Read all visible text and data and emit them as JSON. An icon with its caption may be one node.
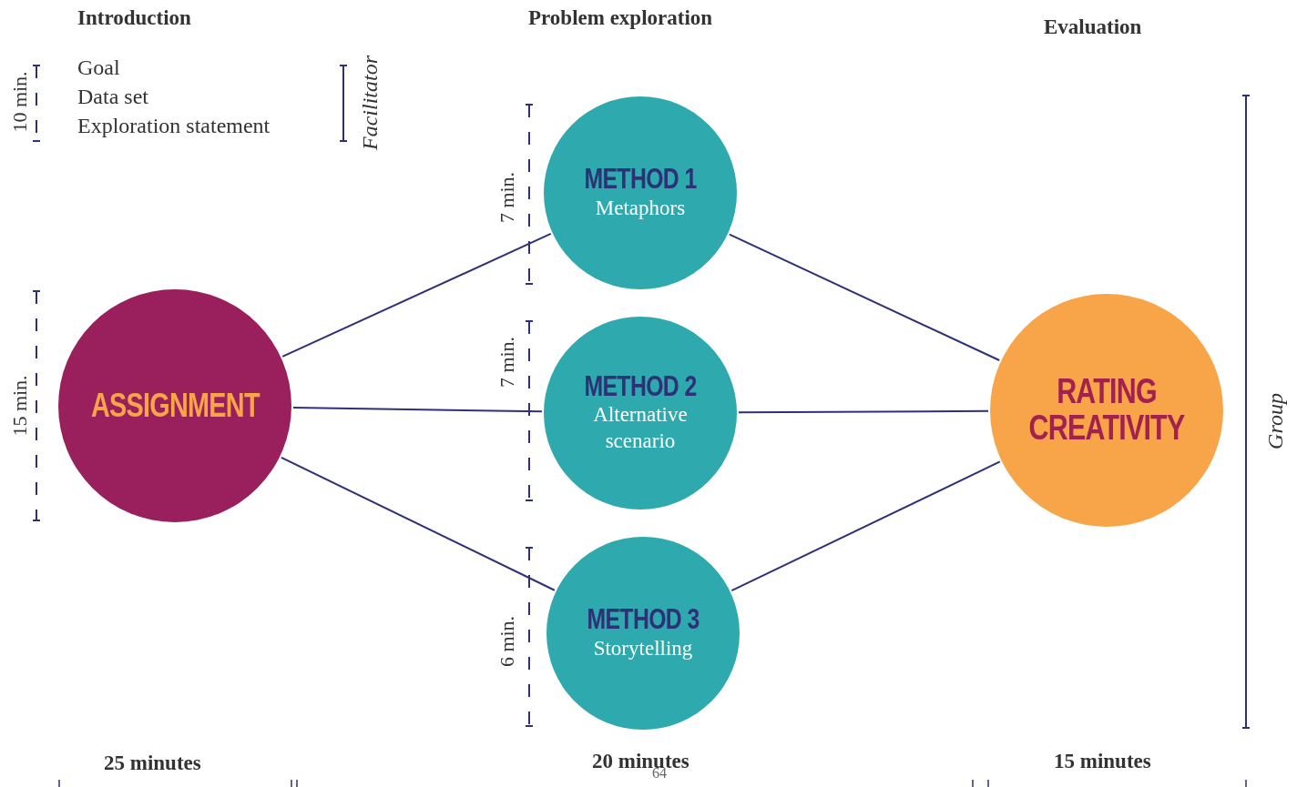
{
  "diagram": {
    "nodes": [
      {
        "text": [
          "ASSIGNMENT"
        ]
      },
      {
        "text": [
          "METHOD 1",
          "Metaphors"
        ]
      },
      {
        "text": [
          "METHOD 2",
          "Alternative scenario"
        ]
      },
      {
        "text": [
          "METHOD 3",
          "Storytelling"
        ]
      },
      {
        "text": [
          "RATING CREATIVITY"
        ]
      }
    ],
    "edges": [
      {
        "from": 0,
        "to": 1,
        "arrow": "none"
      },
      {
        "from": 0,
        "to": 2,
        "arrow": "none"
      },
      {
        "from": 0,
        "to": 3,
        "arrow": "none"
      },
      {
        "from": 1,
        "to": 4,
        "arrow": "none"
      },
      {
        "from": 2,
        "to": 4,
        "arrow": "none"
      },
      {
        "from": 3,
        "to": 4,
        "arrow": "none"
      }
    ],
    "labels": [
      "Introduction",
      "Problem exploration",
      "Evaluation",
      "10 min.",
      "Goal",
      "Data set",
      "Exploration statement",
      "Facilitator",
      "7 min.",
      "15 min.",
      "7 min.",
      "Group",
      "6 min.",
      "25 minutes",
      "20 minutes",
      "64",
      "15 minutes"
    ]
  }
}
